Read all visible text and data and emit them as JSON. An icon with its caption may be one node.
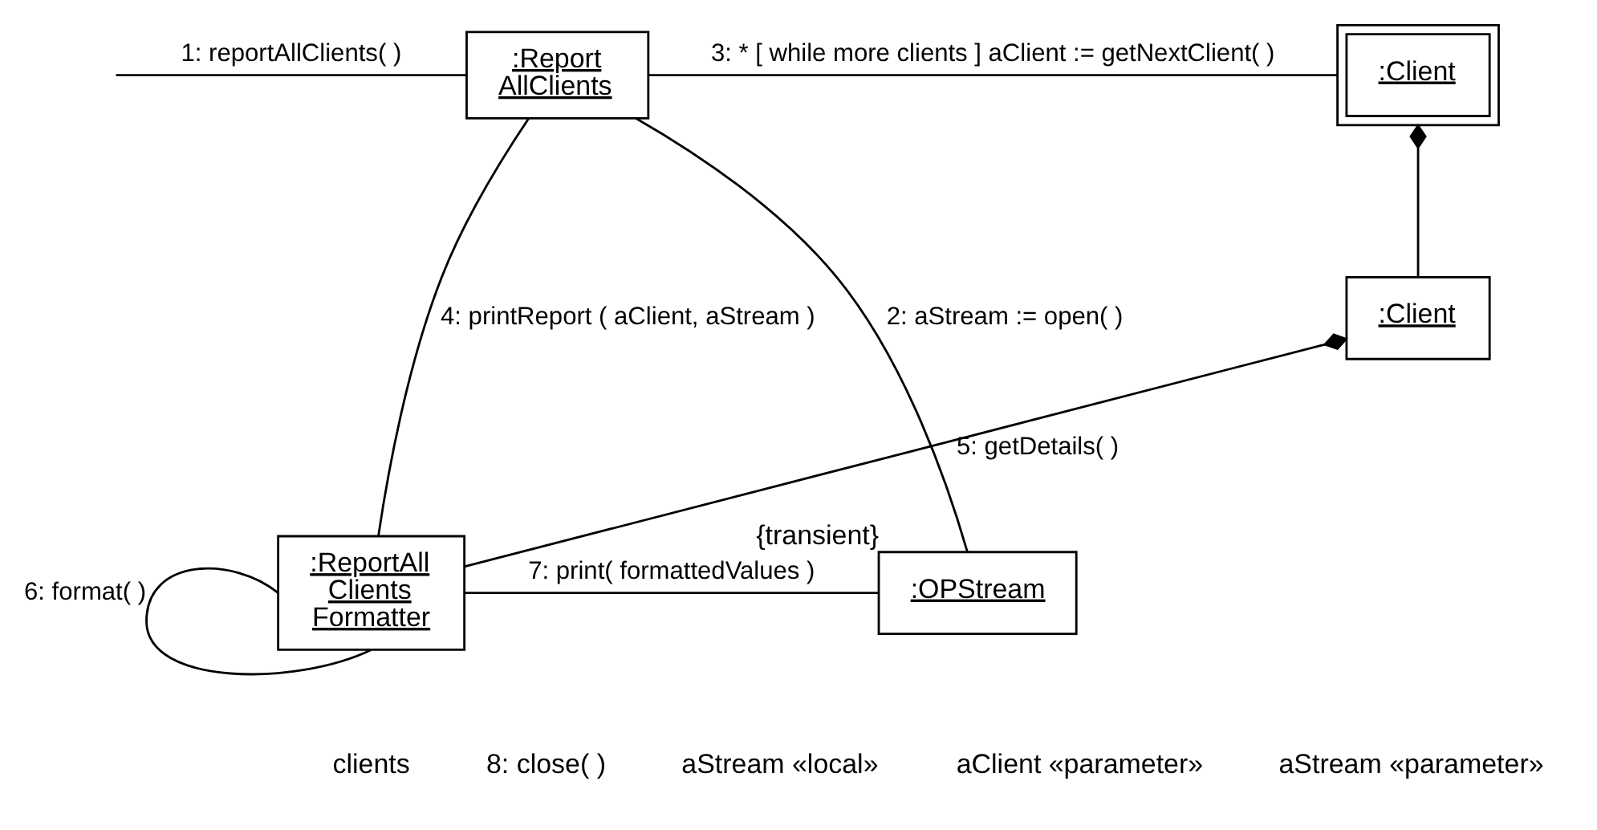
{
  "diagram": {
    "nodes": [
      {
        "text": [
          ":Report AllClients"
        ]
      },
      {
        "text": [
          ":Client"
        ]
      },
      {
        "text": [
          ":Client"
        ]
      },
      {
        "text": [
          ":OPStream"
        ],
        "beside": [
          "{transient}"
        ]
      },
      {
        "text": [
          ":ReportAll Clients Formatter"
        ]
      }
    ],
    "edges": [
      {
        "from": null,
        "to": 0,
        "arrow": "none",
        "label": "1: reportAllClients( )"
      },
      {
        "from": 0,
        "to": 1,
        "arrow": "none",
        "label": "3: * [ while more clients ] aClient := getNextClient( )"
      },
      {
        "from": 0,
        "to": 3,
        "arrow": "none",
        "label": "2: aStream := open( )"
      },
      {
        "from": 0,
        "to": 4,
        "arrow": "none",
        "label": "4: printReport ( aClient, aStream )"
      },
      {
        "from": 1,
        "to": 2,
        "arrow": "other"
      },
      {
        "from": 4,
        "to": 3,
        "arrow": "none",
        "label": "7: print( formattedValues )"
      },
      {
        "from": 2,
        "to": 4,
        "arrow": "other",
        "label": "5: getDetails( )"
      },
      {
        "from": 4,
        "to": 4,
        "arrow": "none",
        "label": "6: format( )"
      }
    ],
    "labels": [
      "clients",
      "8: close( )",
      "aStream «local»",
      "aClient «parameter»",
      "aStream «parameter»"
    ]
  }
}
